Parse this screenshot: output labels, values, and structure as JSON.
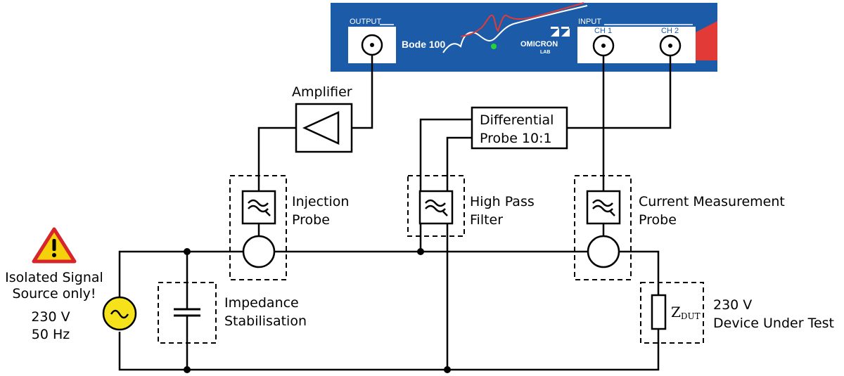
{
  "device": {
    "output_label": "OUTPUT",
    "input_label": "INPUT",
    "model": "Bode 100",
    "brand_name": "OMICRON",
    "brand_sub": "LAB",
    "ch1_label": "CH 1",
    "ch2_label": "CH 2",
    "colors": {
      "panel": "#1c5ba8",
      "accent": "#e23a36",
      "led": "#27d13a"
    }
  },
  "blocks": {
    "amplifier": "Amplifier",
    "diff_probe_line1": "Differential",
    "diff_probe_line2": "Probe 10:1",
    "injection_probe_line1": "Injection",
    "injection_probe_line2": "Probe",
    "high_pass_line1": "High Pass",
    "high_pass_line2": "Filter",
    "current_probe_line1": "Current Measurement",
    "current_probe_line2": "Probe",
    "impedance_line1": "Impedance",
    "impedance_line2": "Stabilisation",
    "dut_symbol_main": "Z",
    "dut_symbol_sub": "DUT",
    "dut_line1": "230 V",
    "dut_line2": "Device Under Test"
  },
  "source": {
    "warning_line1": "Isolated Signal",
    "warning_line2": "Source only!",
    "voltage": "230 V",
    "frequency": "50 Hz",
    "colors": {
      "source_fill": "#f6e21b",
      "warning_fill": "#f5d10c",
      "warning_border": "#d7262b"
    }
  }
}
